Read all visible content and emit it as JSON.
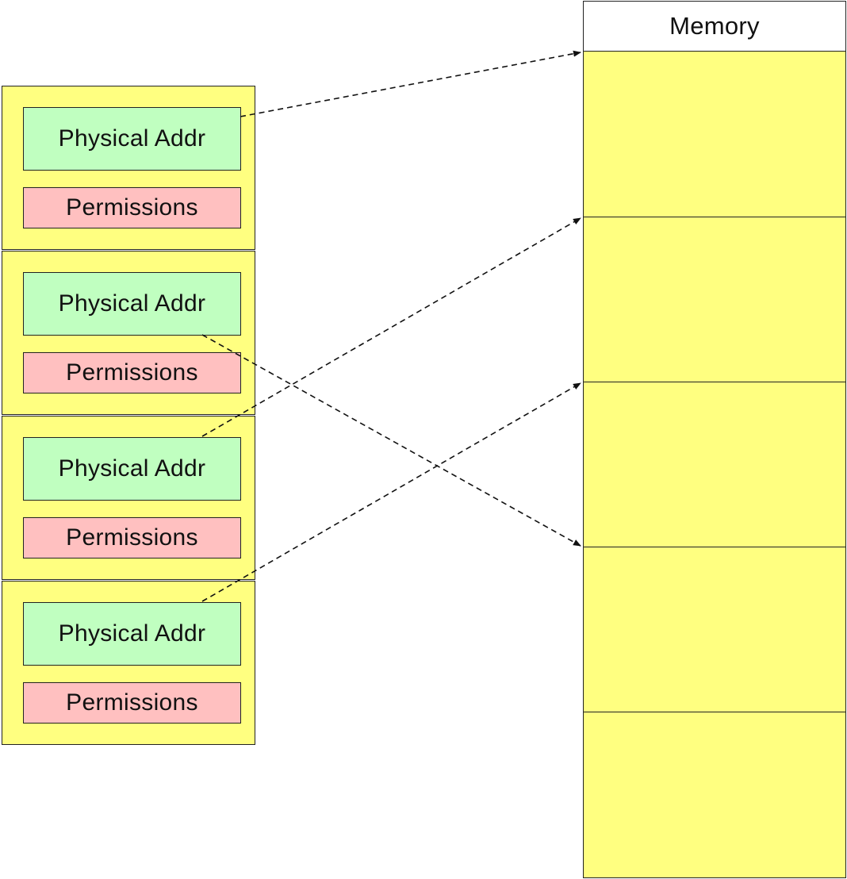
{
  "page_table": {
    "entries": [
      {
        "address_label": "Physical Addr",
        "permissions_label": "Permissions"
      },
      {
        "address_label": "Physical Addr",
        "permissions_label": "Permissions"
      },
      {
        "address_label": "Physical Addr",
        "permissions_label": "Permissions"
      },
      {
        "address_label": "Physical Addr",
        "permissions_label": "Permissions"
      }
    ]
  },
  "memory": {
    "title": "Memory",
    "frame_count": 5
  },
  "mappings": [
    {
      "entry": 0,
      "frame": 0
    },
    {
      "entry": 1,
      "frame": 3
    },
    {
      "entry": 2,
      "frame": 1
    },
    {
      "entry": 3,
      "frame": 2
    }
  ],
  "colors": {
    "entry_fill": "#ffff80",
    "address_fill": "#c0ffc0",
    "permissions_fill": "#ffc0c0",
    "memory_frame_fill": "#ffff80",
    "outline": "#222222",
    "arrow": "#111111"
  },
  "arrow_style": "dashed"
}
